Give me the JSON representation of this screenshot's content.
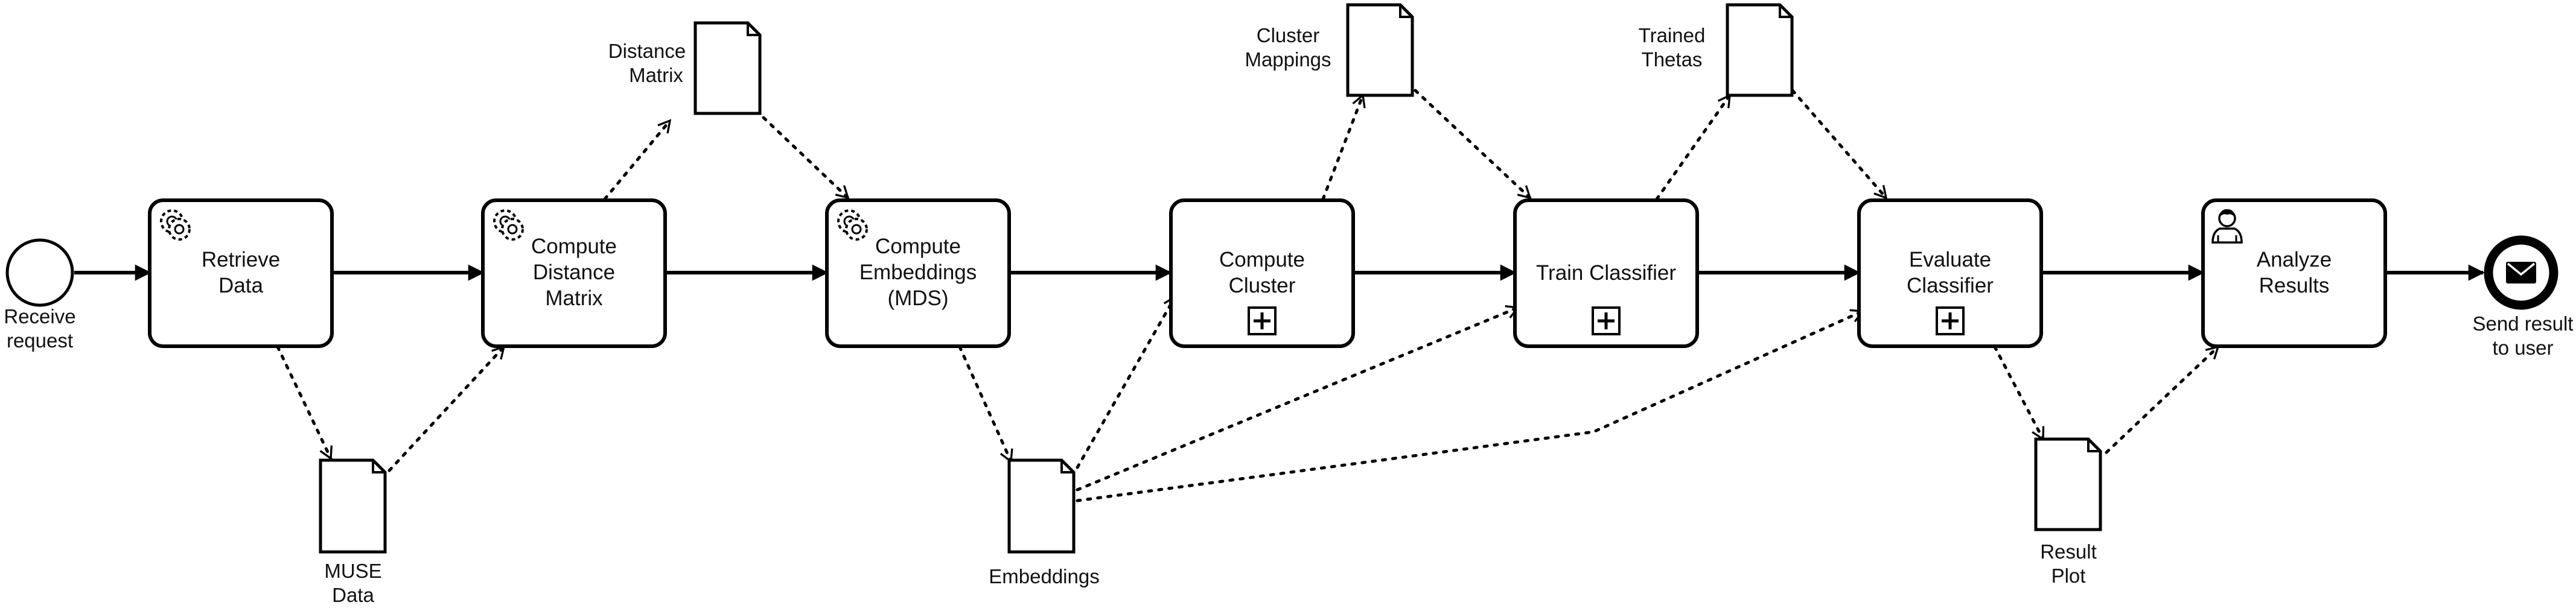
{
  "events": {
    "start": {
      "label": [
        "Receive",
        "request"
      ]
    },
    "end": {
      "label": [
        "Send result",
        "to user"
      ]
    }
  },
  "tasks": [
    {
      "id": "retrieve",
      "lines": [
        "Retrieve",
        "Data"
      ],
      "marker": "gear-icon"
    },
    {
      "id": "distance",
      "lines": [
        "Compute",
        "Distance",
        "Matrix"
      ],
      "marker": "gear-icon"
    },
    {
      "id": "embeddings",
      "lines": [
        "Compute",
        "Embeddings",
        "(MDS)"
      ],
      "marker": "gear-icon"
    },
    {
      "id": "cluster",
      "lines": [
        "Compute",
        "Cluster"
      ],
      "marker": "subprocess-plus-icon"
    },
    {
      "id": "train",
      "lines": [
        "Train Classifier"
      ],
      "marker": "subprocess-plus-icon"
    },
    {
      "id": "evaluate",
      "lines": [
        "Evaluate",
        "Classifier"
      ],
      "marker": "subprocess-plus-icon"
    },
    {
      "id": "analyze",
      "lines": [
        "Analyze",
        "Results"
      ],
      "marker": "user-icon"
    }
  ],
  "data_objects": [
    {
      "id": "muse",
      "lines": [
        "MUSE",
        "Data"
      ]
    },
    {
      "id": "distance_matrix",
      "lines": [
        "Distance",
        "Matrix"
      ]
    },
    {
      "id": "embeddings_obj",
      "lines": [
        "Embeddings"
      ]
    },
    {
      "id": "cluster_mappings",
      "lines": [
        "Cluster",
        "Mappings"
      ]
    },
    {
      "id": "trained_thetas",
      "lines": [
        "Trained",
        "Thetas"
      ]
    },
    {
      "id": "result_plot",
      "lines": [
        "Result",
        "Plot"
      ]
    }
  ],
  "colors": {
    "stroke": "#000000",
    "fill": "#ffffff",
    "text": "#111111"
  }
}
